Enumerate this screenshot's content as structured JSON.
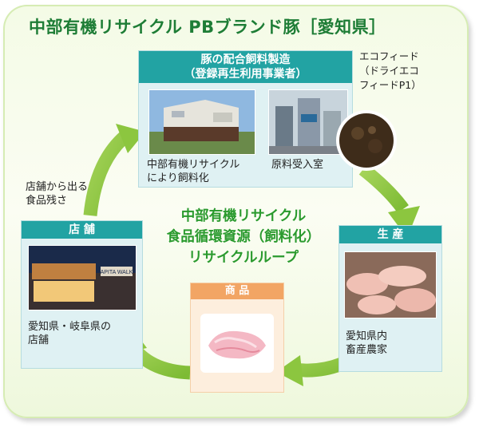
{
  "title": "中部有機リサイクル PBブランド豚［愛知県］",
  "top_box": {
    "header_line1": "豚の配合飼料製造",
    "header_line2": "（登録再生利用事業者）",
    "photo1_caption_line1": "中部有機リサイクル",
    "photo1_caption_line2": "により飼料化",
    "photo2_caption": "原料受入室"
  },
  "eco_note": [
    "エコフィード",
    "（ドライエコ",
    "フィードP1）"
  ],
  "waste_note": [
    "店舗から出る",
    "食品残さ"
  ],
  "center_text": [
    "中部有機リサイクル",
    "食品循環資源（飼料化）",
    "リサイクルループ"
  ],
  "store_box": {
    "header": "店 舗",
    "caption_line1": "愛知県・岐阜県の",
    "caption_line2": "店舗",
    "sign_text": "APITA WALK"
  },
  "production_box": {
    "header": "生 産",
    "caption_line1": "愛知県内",
    "caption_line2": "畜産農家"
  },
  "product_box": {
    "header": "商 品"
  },
  "colors": {
    "title": "#1e7d36",
    "header_teal": "#22a3a3",
    "header_orange": "#f2a564",
    "arrow": "#8cc63f",
    "center_text": "#2a9a2e"
  }
}
